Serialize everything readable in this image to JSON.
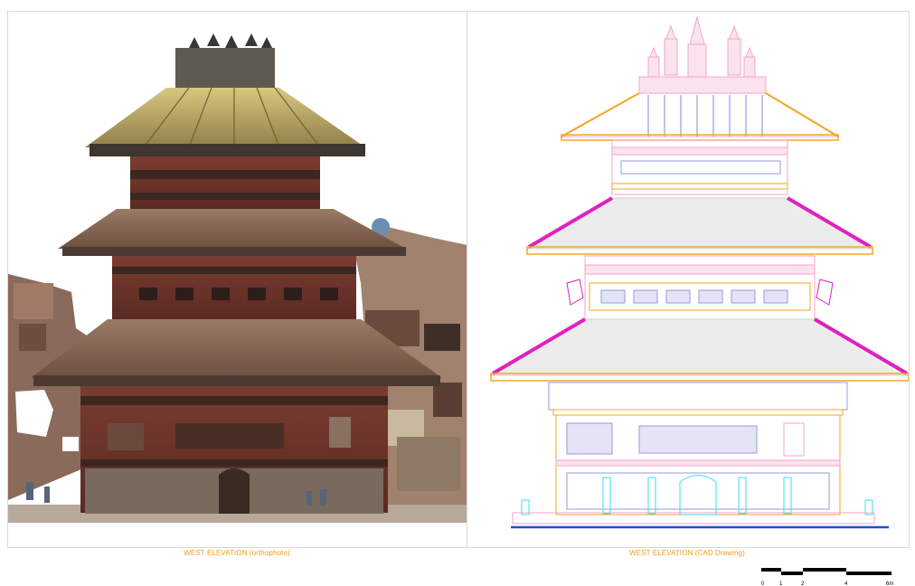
{
  "colors": {
    "caption": "#f39c12",
    "cad_roof_edge": "#e020c0",
    "cad_orange": "#f5a623",
    "cad_pink": "#f4a6c8",
    "cad_blue": "#9999dd",
    "cad_cyan": "#33e0f0",
    "cad_base": "#1f4fd6"
  },
  "panels": {
    "left_caption": "WEST ELEVATION (orthophoto)",
    "right_caption": "WEST ELEVATION (CAD Drawing)"
  },
  "scale_bar": {
    "ticks": [
      "0",
      "1",
      "2",
      "4",
      "6m"
    ]
  }
}
